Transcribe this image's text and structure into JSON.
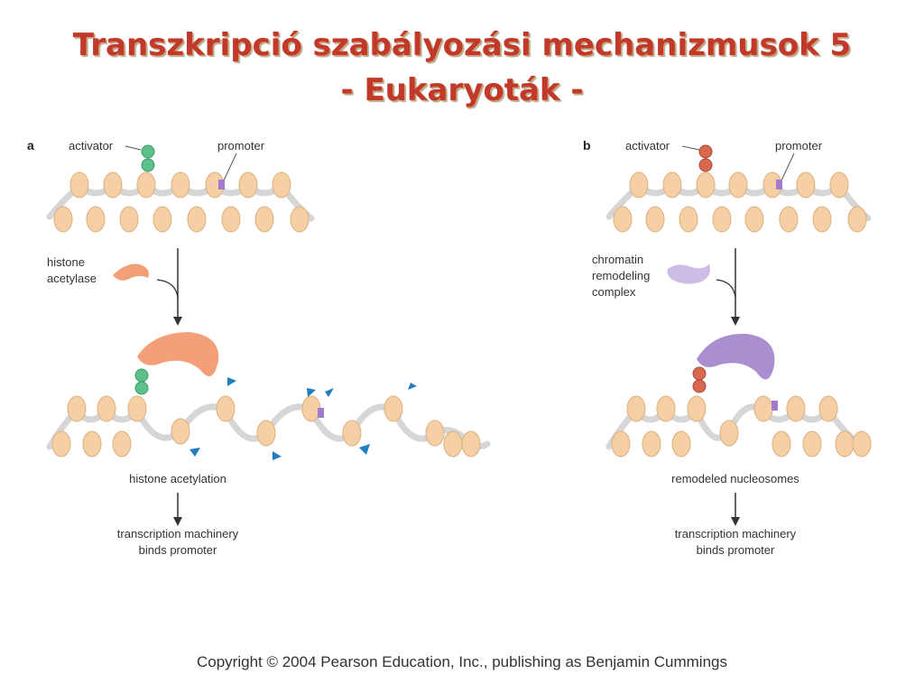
{
  "title": {
    "line1": "Transzkripció szabályozási mechanizmusok 5",
    "line2": "- Eukaryoták -"
  },
  "panel_a": {
    "letter": "a",
    "activator": "activator",
    "promoter": "promoter",
    "enzyme_line1": "histone",
    "enzyme_line2": "acetylase",
    "result": "histone acetylation",
    "outcome_line1": "transcription machinery",
    "outcome_line2": "binds promoter"
  },
  "panel_b": {
    "letter": "b",
    "activator": "activator",
    "promoter": "promoter",
    "enzyme_line1": "chromatin",
    "enzyme_line2": "remodeling",
    "enzyme_line3": "complex",
    "result": "remodeled nucleosomes",
    "outcome_line1": "transcription machinery",
    "outcome_line2": "binds promoter"
  },
  "colors": {
    "title": "#c0392b",
    "nucleosome": "#f6d0a4",
    "dna": "#d6d6d6",
    "activator_a": "#5cc08a",
    "activator_b": "#d8684e",
    "acetylase": "#f3a07a",
    "remodeler": "#a98ed0",
    "acetyl_flag": "#1f7fc0",
    "promoter_mark": "#a27ad0"
  },
  "footer": "Copyright © 2004 Pearson Education, Inc., publishing as Benjamin Cummings"
}
